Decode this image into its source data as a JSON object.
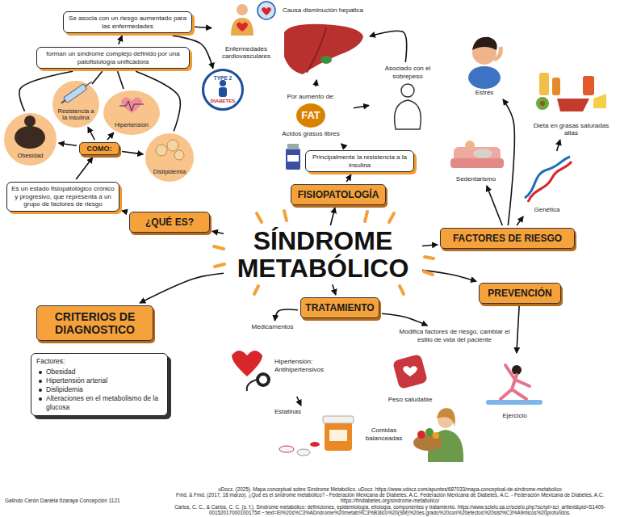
{
  "diagram": {
    "nodes": [
      {
        "text": [
          "SÍNDROME METABÓLICO"
        ]
      },
      {
        "text": [
          "¿QUÉ ES?"
        ]
      },
      {
        "text": [
          "Es un estado fisiopatológico crónico y progresivo, que representa a un grupo de factores de riesgo"
        ]
      },
      {
        "text": [
          "COMO:"
        ]
      },
      {
        "text": [
          "Obesidad"
        ]
      },
      {
        "text": [
          "Resistencia a la insulina"
        ]
      },
      {
        "text": [
          "Hipertensión"
        ]
      },
      {
        "text": [
          "Dislipidemia"
        ]
      },
      {
        "text": [
          "forman un síndrome complejo definido por una patofisiología unificadora"
        ]
      },
      {
        "text": [
          "Se asocia con un riesgo aumentado para las enfermedades"
        ]
      },
      {
        "text": [
          "Enfermedades cardiovasculares"
        ]
      },
      {
        "text": [
          "TYPE 2",
          "DIABETES"
        ]
      },
      {
        "text": [
          "FISIOPATOLOGÍA"
        ]
      },
      {
        "text": [
          "Principalmente la resistencia a la insulina"
        ]
      },
      {
        "text": [
          "Por aumento de:",
          "FAT",
          "Acidos grasos libres"
        ]
      },
      {
        "text": [
          "Causa disminución hepatica"
        ]
      },
      {
        "text": [
          "Asociado con el sobrepeso"
        ]
      },
      {
        "text": [
          "FACTORES DE RIESGO"
        ]
      },
      {
        "text": [
          "Genética"
        ]
      },
      {
        "text": [
          "Sedentarismo"
        ]
      },
      {
        "text": [
          "Estrés"
        ]
      },
      {
        "text": [
          "Dieta en grasas saturadas altas"
        ]
      },
      {
        "text": [
          "CRITERIOS DE DIAGNOSTICO"
        ]
      },
      {
        "text": [
          "Factores:",
          "Obesidad",
          "Hipertensión arterial",
          "Dislipidemia",
          "Alteraciones en el metabolismo de la glucosa"
        ]
      },
      {
        "text": [
          "TRATAMIENTO"
        ]
      },
      {
        "text": [
          "Medicamentos"
        ]
      },
      {
        "text": [
          "Hipertensión: Antihipertensivos"
        ]
      },
      {
        "text": [
          "Estatinas"
        ]
      },
      {
        "text": [
          "Modifica factores de riesgo, cambiar el estilo de vida del paciente"
        ]
      },
      {
        "text": [
          "Peso saludable"
        ]
      },
      {
        "text": [
          "Comidas balanceadas"
        ]
      },
      {
        "text": [
          "PREVENCIÓN"
        ]
      },
      {
        "text": [
          "Ejercicio"
        ]
      }
    ],
    "edges": [
      {
        "from": 0,
        "to": 1,
        "arrow": "to"
      },
      {
        "from": 1,
        "to": 2,
        "arrow": "to"
      },
      {
        "from": 2,
        "to": 3,
        "arrow": "to"
      },
      {
        "from": 3,
        "to": 4,
        "arrow": "to"
      },
      {
        "from": 3,
        "to": 5,
        "arrow": "to"
      },
      {
        "from": 3,
        "to": 6,
        "arrow": "to"
      },
      {
        "from": 3,
        "to": 7,
        "arrow": "to"
      },
      {
        "from": 4,
        "to": 8,
        "arrow": "none"
      },
      {
        "from": 5,
        "to": 8,
        "arrow": "none"
      },
      {
        "from": 6,
        "to": 8,
        "arrow": "none"
      },
      {
        "from": 7,
        "to": 8,
        "arrow": "none"
      },
      {
        "from": 8,
        "to": 9,
        "arrow": "to"
      },
      {
        "from": 9,
        "to": 10,
        "arrow": "to"
      },
      {
        "from": 9,
        "to": 11,
        "arrow": "to"
      },
      {
        "from": 0,
        "to": 12,
        "arrow": "to"
      },
      {
        "from": 12,
        "to": 13,
        "arrow": "to"
      },
      {
        "from": 13,
        "to": 14,
        "arrow": "to"
      },
      {
        "from": 14,
        "to": 15,
        "arrow": "to"
      },
      {
        "from": 14,
        "to": 16,
        "arrow": "to"
      },
      {
        "from": 16,
        "to": 15,
        "arrow": "to"
      },
      {
        "from": 0,
        "to": 17,
        "arrow": "to"
      },
      {
        "from": 17,
        "to": 18,
        "arrow": "to"
      },
      {
        "from": 17,
        "to": 19,
        "arrow": "to"
      },
      {
        "from": 17,
        "to": 20,
        "arrow": "to"
      },
      {
        "from": 18,
        "to": 21,
        "arrow": "to"
      },
      {
        "from": 0,
        "to": 22,
        "arrow": "to"
      },
      {
        "from": 0,
        "to": 24,
        "arrow": "to"
      },
      {
        "from": 24,
        "to": 25,
        "arrow": "to"
      },
      {
        "from": 24,
        "to": 28,
        "arrow": "to"
      },
      {
        "from": 26,
        "to": 27,
        "arrow": "to"
      },
      {
        "from": 0,
        "to": 31,
        "arrow": "to"
      },
      {
        "from": 31,
        "to": 32,
        "arrow": "to"
      }
    ],
    "labels": [
      "uDocz. (2025). Mapa conceptual sobre Síndrome Metabólico. uDocz. https://www.udocz.com/apuntes/687033/mapa-conceptual-de-sindrome-metabolico",
      "Fmd, & Fmd. (2017, 18 marzo). ¿Qué es el síndrome metabólico? - Federación Mexicana de Diabetes, A.C. Federación Mexicana de Diabetes, A.C. - Federación Mexicana de Diabetes, A.C. https://fmdiabetes.org/sindrome-metabolico/",
      "Carlos, C. C., & Carlos, C. C. (s. f.). Síndrome metabólico: definiciones, epidemiología, etiología, componentes y tratamiento. https://www.scielo.sa.cr/scielo.php?script=sci_arttext&pid=S1409-00152017000100175#:~:text=El%20s%C3%ADndrome%20metab%C3%B3lico%20(SM)%20es,grado%20con%20efectos%20sist%C3%A9micos%20profundos.",
      "Galindo Cerón Daniela Itzaraya Concepción 1121"
    ]
  }
}
